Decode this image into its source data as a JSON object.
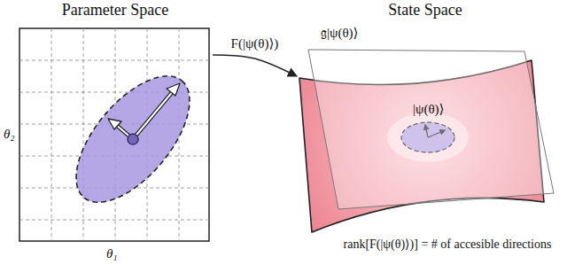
{
  "diagram": {
    "nodes": [
      {
        "text": [
          "Parameter Space"
        ]
      },
      {
        "text": [
          "State Space"
        ]
      }
    ],
    "edges": [
      {
        "from": 0,
        "to": 1,
        "arrow": "to",
        "label": "F(|ψ(θ)⟩)"
      }
    ],
    "labels": [
      "θ₂",
      "θ₁",
      "𝔤|ψ(θ)⟩",
      "|ψ(θ)⟩",
      "rank[F(|ψ(θ)⟩)] = # of accesible directions"
    ]
  }
}
